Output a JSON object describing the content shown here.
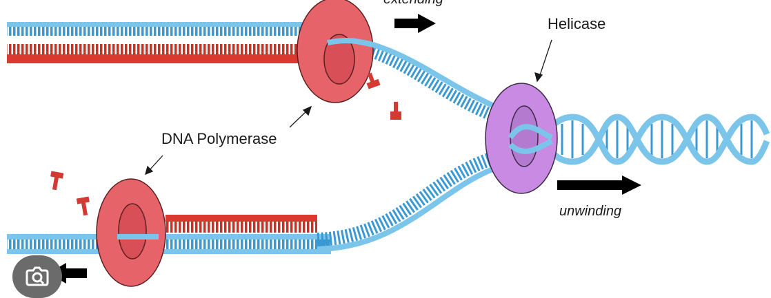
{
  "labels": {
    "extending": "extending",
    "helicase": "Helicase",
    "dna_polymerase": "DNA Polymerase",
    "unwinding": "unwinding"
  },
  "icons": {
    "overlay_button": "image-search-lens-icon",
    "direction_arrow": "arrow-icon"
  },
  "colors": {
    "template_strand": "#7cc5ea",
    "template_rung": "#3a98d2",
    "new_strand": "#d9392f",
    "polymerase": "#e7636a",
    "helicase": "#c98ae4",
    "nucleotide": "#d23a33",
    "arrow": "#000000"
  }
}
